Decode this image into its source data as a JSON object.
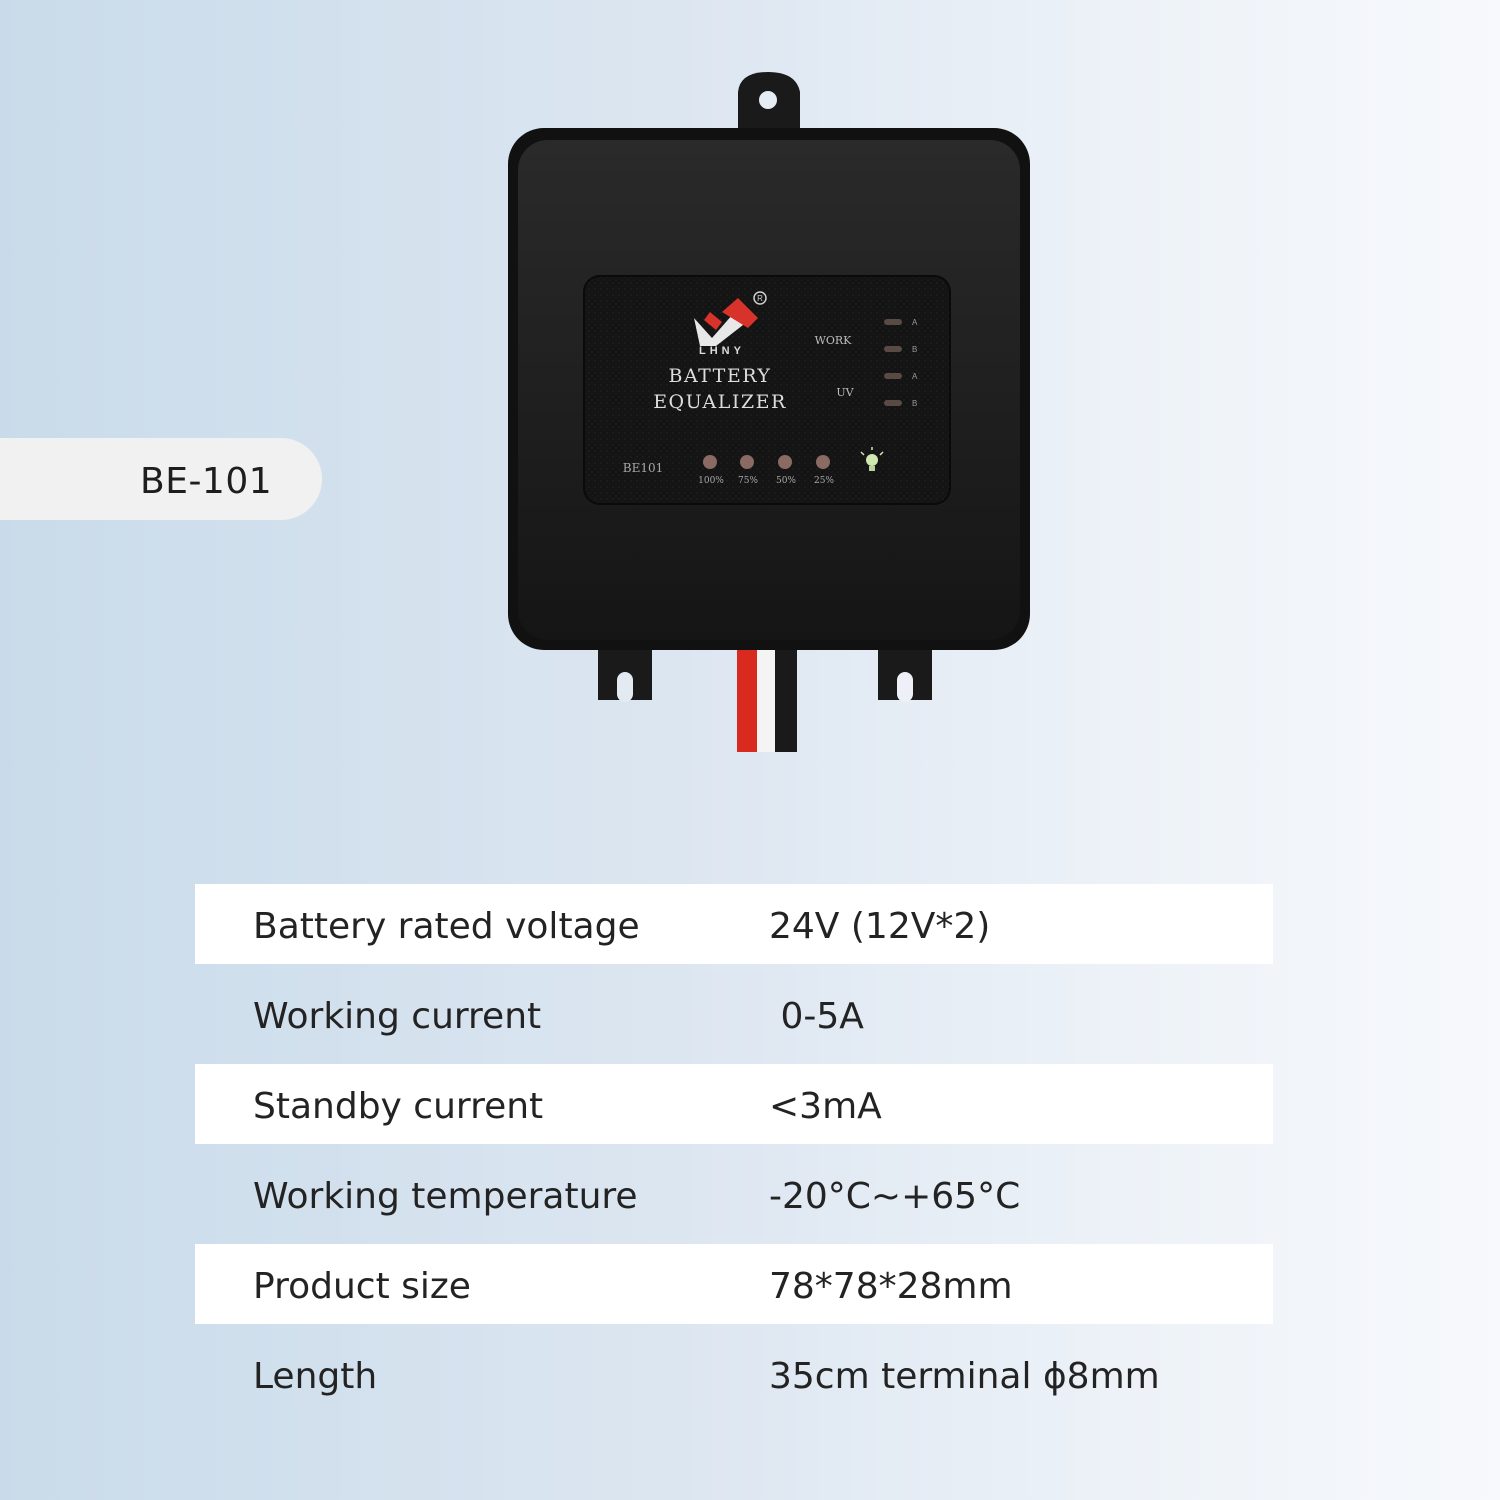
{
  "model": "BE-101",
  "device": {
    "brand": "LHNY",
    "registered_mark": "R",
    "title_line1": "BATTERY",
    "title_line2": "EQUALIZER",
    "model_code": "BE101",
    "status_labels": {
      "work": "WORK",
      "uv": "UV"
    },
    "indicator_letters": [
      "A",
      "B",
      "A",
      "B"
    ],
    "level_labels": [
      "100%",
      "75%",
      "50%",
      "25%"
    ]
  },
  "specs": [
    {
      "label": "Battery rated voltage",
      "value": "24V (12V*2)"
    },
    {
      "label": "Working current",
      "value": " 0-5A"
    },
    {
      "label": "Standby current",
      "value": "<3mA"
    },
    {
      "label": "Working temperature",
      "value": "-20°C~+65°C"
    },
    {
      "label": "Product size",
      "value": "78*78*28mm"
    },
    {
      "label": "Length",
      "value": "35cm terminal ϕ8mm"
    }
  ],
  "colors": {
    "housing": "#1b1b1b",
    "panel": "#141414",
    "wire_red": "#d92a1f",
    "logo_red": "#d8332a"
  }
}
